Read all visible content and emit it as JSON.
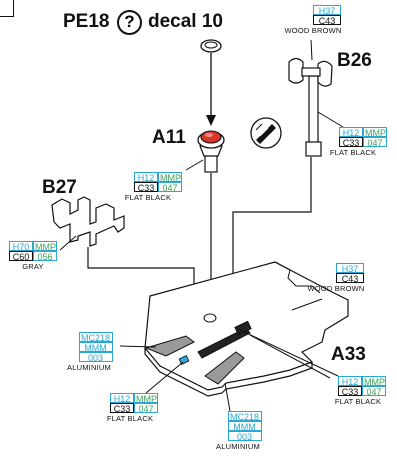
{
  "header": {
    "part_code": "PE18",
    "question_mark": "?",
    "decal": "decal 10"
  },
  "parts": {
    "a11": "A11",
    "b26": "B26",
    "b27": "B27",
    "a33": "A33"
  },
  "paints": {
    "b26_top": {
      "code1": "H37",
      "code2": "C43",
      "name": "WOOD BROWN"
    },
    "b26_side": {
      "code1": "H12",
      "code1b": "MMP",
      "code2": "C33",
      "code2b": "047",
      "name": "FLAT BLACK"
    },
    "a11": {
      "code1": "H12",
      "code1b": "MMP",
      "code2": "C33",
      "code2b": "047",
      "name": "FLAT BLACK"
    },
    "b27": {
      "code1": "H70",
      "code1b": "MMP",
      "code2": "C60",
      "code2b": "056",
      "name": "GRAY"
    },
    "a33_top": {
      "code1": "H37",
      "code2": "C43",
      "name": "WOOD BROWN"
    },
    "aluminium_left": {
      "code1": "MC218",
      "code2": "MMM",
      "code3": "003",
      "name": "ALUMINIUM"
    },
    "a33_right": {
      "code1": "H12",
      "code1b": "MMP",
      "code2": "C33",
      "code2b": "047",
      "name": "FLAT BLACK"
    },
    "flat_black_bottom": {
      "code1": "H12",
      "code1b": "MMP",
      "code2": "C33",
      "code2b": "047",
      "name": "FLAT BLACK"
    },
    "aluminium_bottom": {
      "code1": "MC218",
      "code2": "MMM",
      "code3": "003",
      "name": "ALUMINIUM"
    }
  },
  "colors": {
    "hobby_blue": "#29a8d6",
    "mmp_green": "#3aa35a",
    "red_lens": "#d8352b",
    "alu_gray": "#9a9a9a",
    "line": "#111111"
  }
}
